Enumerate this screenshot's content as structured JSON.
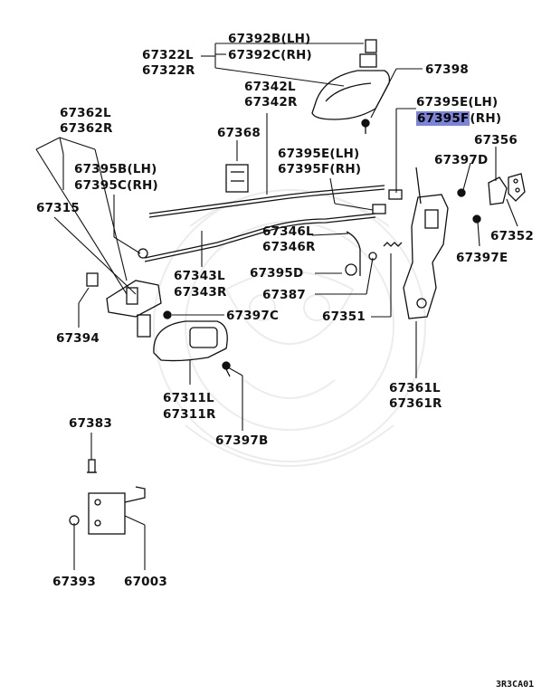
{
  "diagram": {
    "reference_code": "3R3CA01",
    "highlight_color": "#7c84d8",
    "parts": [
      {
        "key": "p67392b",
        "text": "67392B(LH)"
      },
      {
        "key": "p67392c",
        "text": "67392C(RH)"
      },
      {
        "key": "p67322l",
        "text": "67322L"
      },
      {
        "key": "p67322r",
        "text": "67322R"
      },
      {
        "key": "p67398",
        "text": "67398"
      },
      {
        "key": "p67342l",
        "text": "67342L"
      },
      {
        "key": "p67342r",
        "text": "67342R"
      },
      {
        "key": "p67395e_top",
        "text": "67395E(LH)"
      },
      {
        "key": "p67395f_top",
        "text": "67395F",
        "highlighted": true
      },
      {
        "key": "p67395f_top_rh",
        "text": "(RH)"
      },
      {
        "key": "p67362l",
        "text": "67362L"
      },
      {
        "key": "p67362r",
        "text": "67362R"
      },
      {
        "key": "p67368",
        "text": "67368"
      },
      {
        "key": "p67395e_mid",
        "text": "67395E(LH)"
      },
      {
        "key": "p67395f_mid",
        "text": "67395F(RH)"
      },
      {
        "key": "p67356",
        "text": "67356"
      },
      {
        "key": "p67395b",
        "text": "67395B(LH)"
      },
      {
        "key": "p67395c",
        "text": "67395C(RH)"
      },
      {
        "key": "p67397d",
        "text": "67397D"
      },
      {
        "key": "p67315",
        "text": "67315"
      },
      {
        "key": "p67346l",
        "text": "67346L"
      },
      {
        "key": "p67346r",
        "text": "67346R"
      },
      {
        "key": "p67352",
        "text": "67352"
      },
      {
        "key": "p67343l",
        "text": "67343L"
      },
      {
        "key": "p67343r",
        "text": "67343R"
      },
      {
        "key": "p67395d",
        "text": "67395D"
      },
      {
        "key": "p67397e",
        "text": "67397E"
      },
      {
        "key": "p67387",
        "text": "67387"
      },
      {
        "key": "p67397c",
        "text": "67397C"
      },
      {
        "key": "p67351",
        "text": "67351"
      },
      {
        "key": "p67394",
        "text": "67394"
      },
      {
        "key": "p67361l",
        "text": "67361L"
      },
      {
        "key": "p67361r",
        "text": "67361R"
      },
      {
        "key": "p67311l",
        "text": "67311L"
      },
      {
        "key": "p67311r",
        "text": "67311R"
      },
      {
        "key": "p67397b",
        "text": "67397B"
      },
      {
        "key": "p67383",
        "text": "67383"
      },
      {
        "key": "p67393",
        "text": "67393"
      },
      {
        "key": "p67003",
        "text": "67003"
      }
    ]
  }
}
